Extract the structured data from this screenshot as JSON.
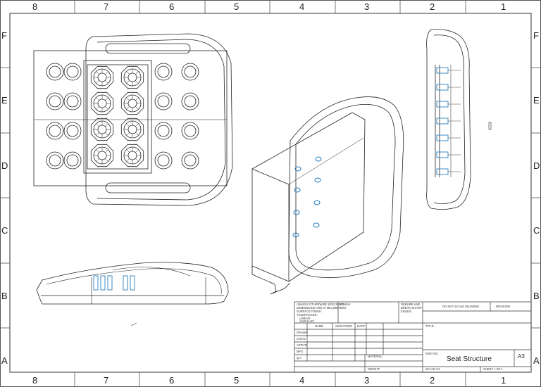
{
  "border": {
    "columns": [
      "8",
      "7",
      "6",
      "5",
      "4",
      "3",
      "2",
      "1"
    ],
    "rows": [
      "F",
      "E",
      "D",
      "C",
      "B",
      "A"
    ]
  },
  "title_block": {
    "notes": [
      "UNLESS OTHERWISE SPECIFIED:",
      "DIMENSIONS ARE IN MILLIMETERS",
      "SURFACE FINISH:",
      "TOLERANCES:",
      "LINEAR:",
      "ANGULAR:"
    ],
    "finish": "FINISH:",
    "deburr": [
      "DEBURR AND",
      "BREAK SHARP",
      "EDGES"
    ],
    "do_not_scale": "DO NOT SCALE DRAWING",
    "revision": "REVISION",
    "title_label": "TITLE:",
    "name_header": "NAME",
    "signature_header": "SIGNATURE",
    "date_header": "DATE",
    "roles": [
      "DRAWN",
      "CHK'D",
      "APPV'D",
      "MFG",
      "Q.A"
    ],
    "material": "MATERIAL:",
    "dwg_no": "DWG NO.",
    "drawing_title": "Seat Structure",
    "size": "A3",
    "weight": "WEIGHT:",
    "scale": "SCALE:1:5",
    "sheet": "SHEET 1 OF 1"
  }
}
